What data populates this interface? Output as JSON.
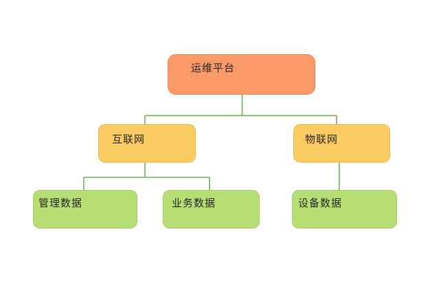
{
  "diagram": {
    "type": "tree",
    "nodes": {
      "root": {
        "label": "运维平台",
        "level": 1
      },
      "internet": {
        "label": "互联网",
        "level": 2
      },
      "iot": {
        "label": "物联网",
        "level": 2
      },
      "management": {
        "label": "管理数据",
        "level": 3
      },
      "business": {
        "label": "业务数据",
        "level": 3
      },
      "device": {
        "label": "设备数据",
        "level": 3
      }
    },
    "edges": [
      {
        "from": "root",
        "to": "internet"
      },
      {
        "from": "root",
        "to": "iot"
      },
      {
        "from": "internet",
        "to": "management"
      },
      {
        "from": "internet",
        "to": "business"
      },
      {
        "from": "iot",
        "to": "device"
      }
    ],
    "colors": {
      "background": "#ffffff",
      "root_fill": "#fa9a68",
      "root_border": "#f2834f",
      "level2_fill": "#facc62",
      "level2_border": "#edb94f",
      "level3_fill": "#b7df73",
      "level3_border": "#a4cb5f",
      "connector": "#6baa45",
      "text": "#262626"
    }
  }
}
